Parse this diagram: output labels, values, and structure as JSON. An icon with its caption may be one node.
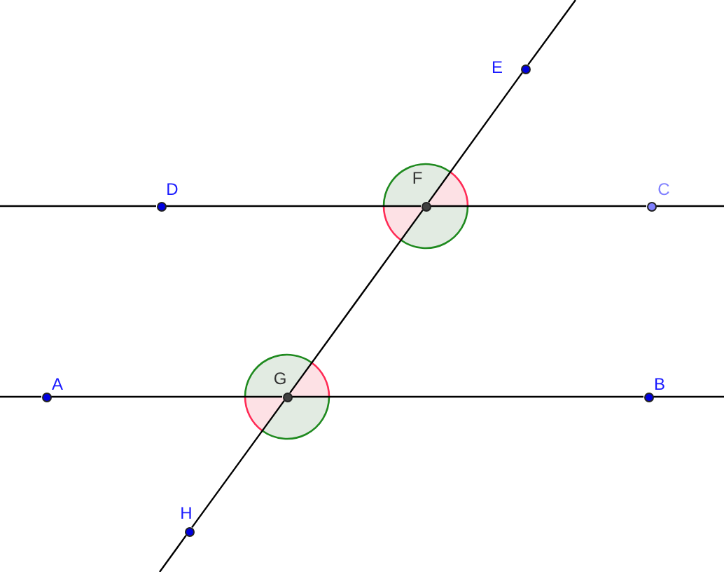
{
  "diagram": {
    "nodes": [
      {
        "text": [],
        "shape": "circle",
        "beside": [
          "E"
        ]
      },
      {
        "text": [],
        "shape": "circle",
        "beside": [
          "D"
        ]
      },
      {
        "text": [],
        "shape": "circle",
        "beside": [
          "F"
        ]
      },
      {
        "text": [],
        "shape": "circle",
        "beside": [
          "C"
        ]
      },
      {
        "text": [],
        "shape": "circle",
        "beside": [
          "A"
        ]
      },
      {
        "text": [],
        "shape": "circle",
        "beside": [
          "G"
        ]
      },
      {
        "text": [],
        "shape": "circle",
        "beside": [
          "B"
        ]
      },
      {
        "text": [],
        "shape": "circle",
        "beside": [
          "H"
        ]
      }
    ],
    "edges": [
      {
        "from": null,
        "to": 1,
        "arrow": "none"
      },
      {
        "from": 1,
        "to": 2,
        "arrow": "none"
      },
      {
        "from": 2,
        "to": 3,
        "arrow": "none"
      },
      {
        "from": 3,
        "to": null,
        "arrow": "none"
      },
      {
        "from": null,
        "to": 4,
        "arrow": "none"
      },
      {
        "from": 4,
        "to": 5,
        "arrow": "none"
      },
      {
        "from": 5,
        "to": 6,
        "arrow": "none"
      },
      {
        "from": 6,
        "to": null,
        "arrow": "none"
      },
      {
        "from": null,
        "to": 0,
        "arrow": "none"
      },
      {
        "from": 0,
        "to": 2,
        "arrow": "none"
      },
      {
        "from": 2,
        "to": 5,
        "arrow": "none"
      },
      {
        "from": 5,
        "to": 7,
        "arrow": "none"
      },
      {
        "from": 7,
        "to": null,
        "arrow": "none"
      }
    ]
  }
}
